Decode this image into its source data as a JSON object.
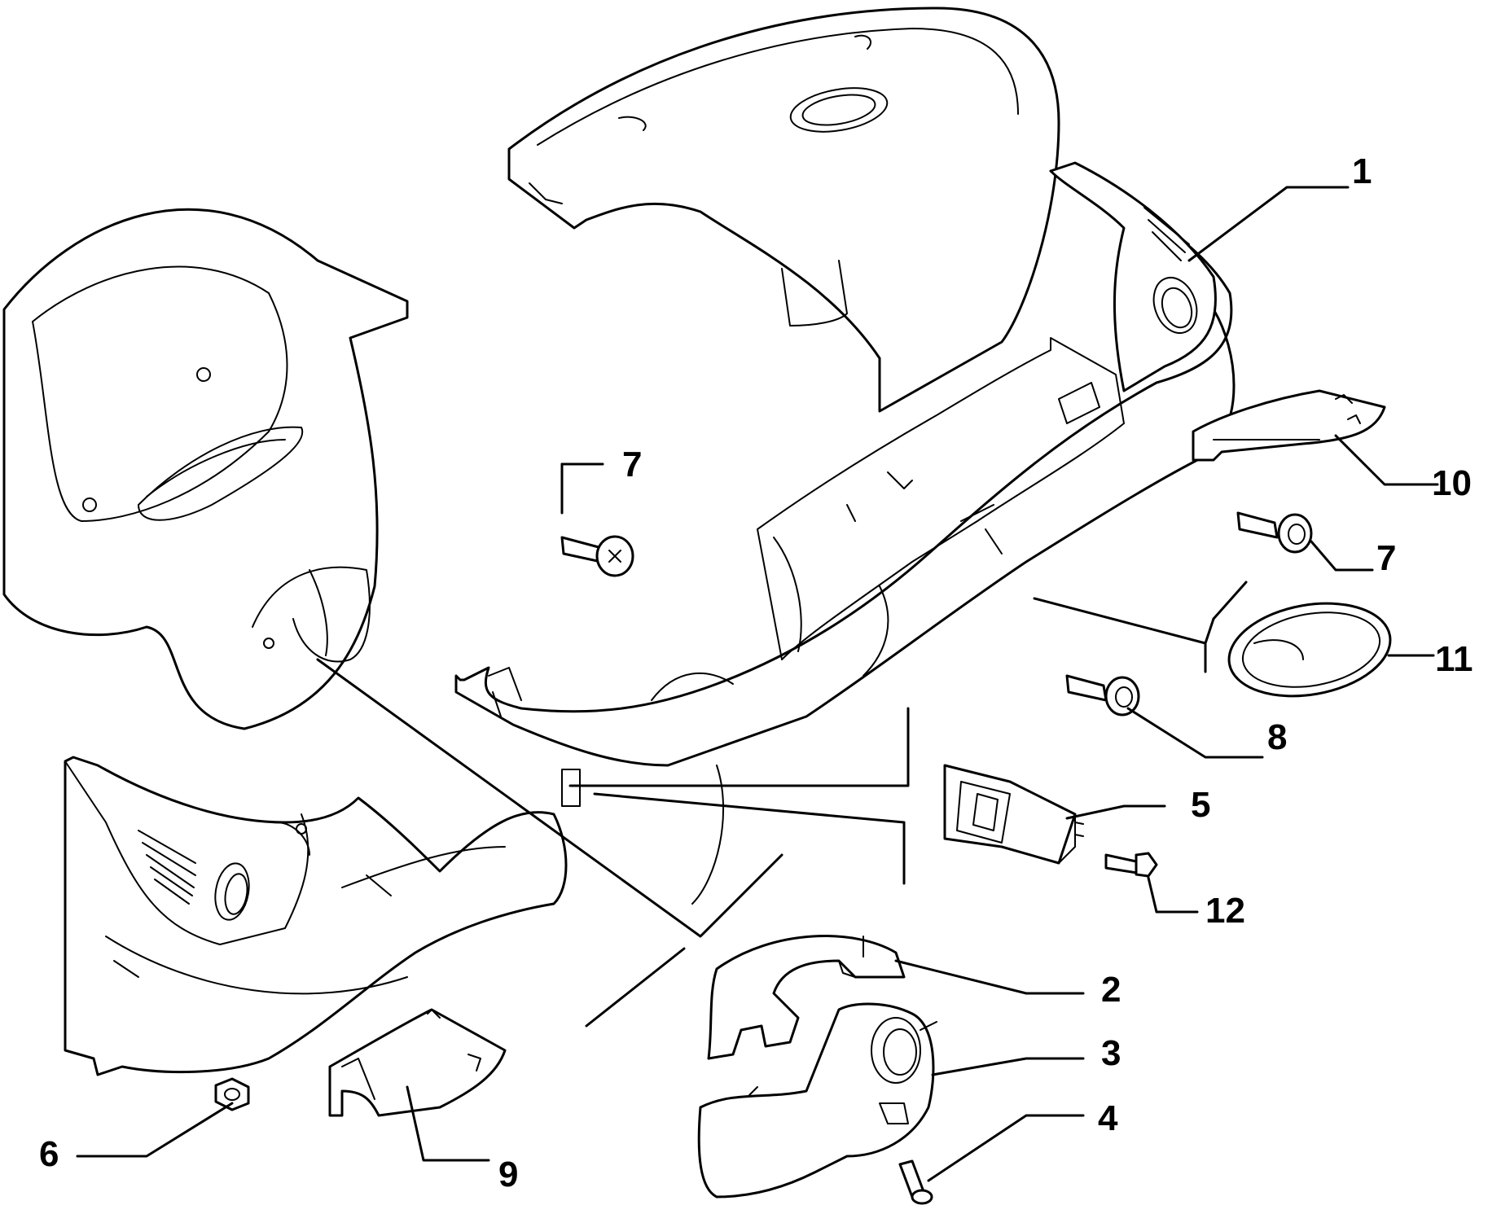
{
  "callouts": {
    "c1": "1",
    "c2": "2",
    "c3": "3",
    "c4": "4",
    "c5": "5",
    "c6": "6",
    "c7a": "7",
    "c7b": "7",
    "c8": "8",
    "c9": "9",
    "c10": "10",
    "c11": "11",
    "c12": "12"
  },
  "colors": {
    "ink": "#000000",
    "background": "#ffffff"
  }
}
